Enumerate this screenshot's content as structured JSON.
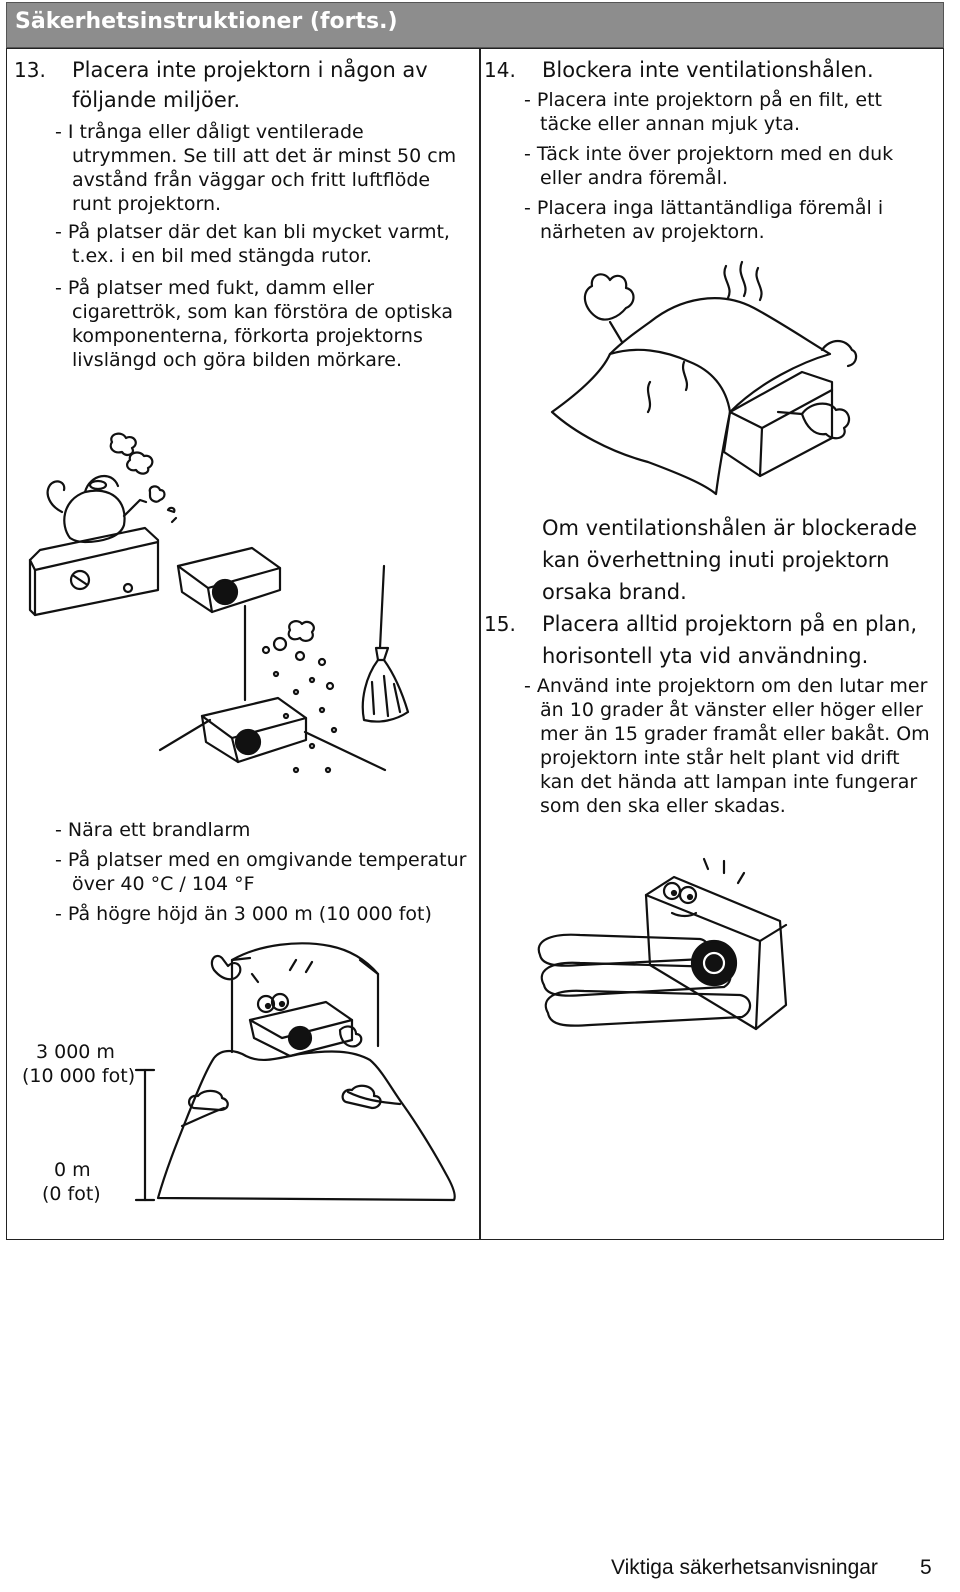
{
  "header": {
    "title": "Säkerhetsinstruktioner (forts.)"
  },
  "item13": {
    "number": "13.",
    "title_line1": "Placera inte projektorn i någon av",
    "title_line2": "följande miljöer.",
    "bullets": [
      [
        "- I trånga eller dåligt ventilerade",
        "utrymmen. Se till att det är minst 50 cm",
        "avstånd från väggar och fritt luftflöde",
        "runt projektorn."
      ],
      [
        "- På platser där det kan bli mycket varmt,",
        "t.ex. i en bil med stängda rutor."
      ],
      [
        "- På platser med fukt, damm eller",
        "cigarettrök, som kan förstöra de optiska",
        "komponenterna, förkorta projektorns",
        "livslängd och göra bilden mörkare."
      ]
    ],
    "more_bullets": [
      [
        "- Nära ett brandlarm"
      ],
      [
        "- På platser med en omgivande temperatur",
        "över 40 °C / 104 °F"
      ],
      [
        "- På högre höjd än 3 000 m (10 000 fot)"
      ]
    ],
    "altitude_top": [
      "3 000 m",
      "(10 000 fot)"
    ],
    "altitude_bottom": [
      "0 m",
      "(0 fot)"
    ]
  },
  "item14": {
    "number": "14.",
    "title": "Blockera inte ventilationshålen.",
    "bullets": [
      [
        "- Placera inte projektorn på en filt, ett",
        "täcke eller annan mjuk yta."
      ],
      [
        "- Täck inte över projektorn med en duk",
        "eller andra föremål."
      ],
      [
        "- Placera inga lättantändliga föremål i",
        "närheten av projektorn."
      ]
    ],
    "warning": [
      "Om ventilationshålen är blockerade",
      "kan överhettning inuti projektorn",
      "orsaka brand."
    ]
  },
  "item15": {
    "number": "15.",
    "title_line1": "Placera alltid projektorn på en plan,",
    "title_line2": "horisontell yta vid användning.",
    "bullets": [
      [
        "- Använd inte projektorn om den lutar mer",
        "än 10 grader åt vänster eller höger eller",
        "mer än 15 grader framåt eller bakåt. Om",
        "projektorn inte står helt plant vid drift",
        "kan det hända att lampan inte fungerar",
        "som den ska eller skadas."
      ]
    ]
  },
  "footer": {
    "section": "Viktiga säkerhetsanvisningar",
    "page": "5"
  }
}
